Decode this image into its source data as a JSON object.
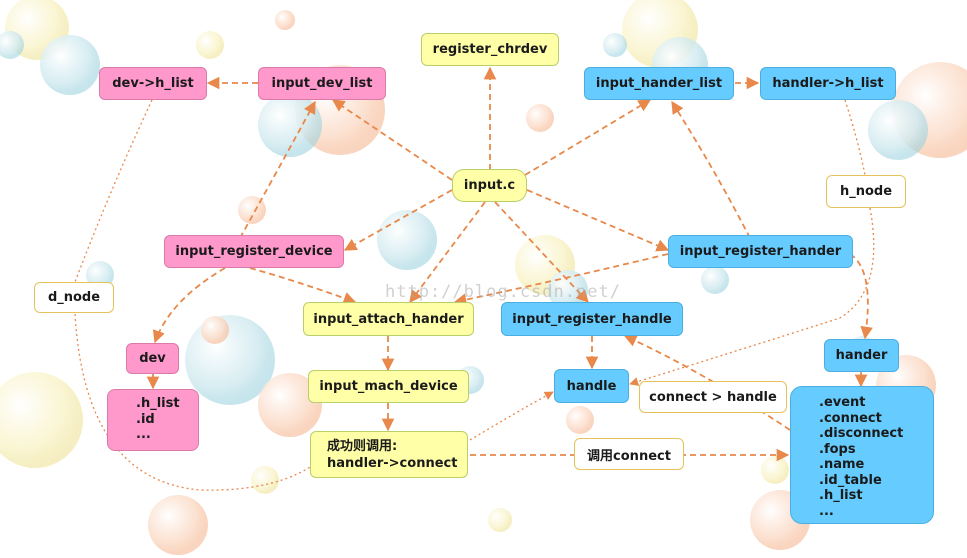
{
  "diagram": {
    "nodes": {
      "register_chrdev": "register_chrdev",
      "dev_h_list": "dev->h_list",
      "input_dev_list": "input_dev_list",
      "input_hander_list": "input_hander_list",
      "handler_h_list": "handler->h_list",
      "input_c": "input.c",
      "h_node": "h_node",
      "input_register_device": "input_register_device",
      "input_register_hander": "input_register_hander",
      "d_node": "d_node",
      "input_attach_hander": "input_attach_hander",
      "input_register_handle": "input_register_handle",
      "dev": "dev",
      "hander": "hander",
      "input_mach_device": "input_mach_device",
      "handle": "handle",
      "connect_handle": "connect > handle",
      "success_line1": "成功则调用:",
      "success_line2": "handler->connect",
      "call_connect": "调用connect"
    },
    "dev_fields": [
      ".h_list",
      ".id",
      "..."
    ],
    "handler_fields": [
      ".event",
      ".connect",
      ".disconnect",
      ".fops",
      ".name",
      ".id_table",
      ".h_list",
      "..."
    ],
    "watermark": "http://blog.csdn.net/"
  },
  "colors": {
    "pink": "#ff99cc",
    "blue": "#66ccff",
    "yellow": "#ffffa8",
    "arrow": "#e8884a"
  }
}
